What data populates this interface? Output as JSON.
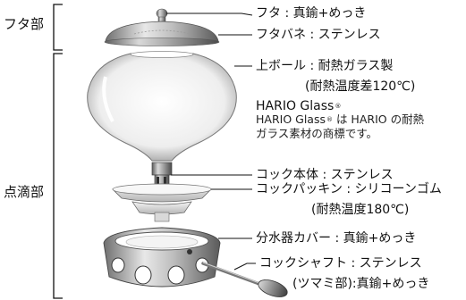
{
  "sections": {
    "lid": "フタ部",
    "drip": "点滴部"
  },
  "parts": [
    {
      "name": "フタ",
      "material": "真鍮+めっき"
    },
    {
      "name": "フタバネ",
      "material": "ステンレス"
    },
    {
      "name": "上ボール",
      "material": "耐熱ガラス製",
      "note": "(耐熱温度差120℃)"
    },
    {
      "name": "コック本体",
      "material": "ステンレス"
    },
    {
      "name": "コックパッキン",
      "material": "シリコーンゴム",
      "note": "(耐熱温度180℃)"
    },
    {
      "name": "分水器カバー",
      "material": "真鍮+めっき"
    },
    {
      "name": "コックシャフト",
      "material": "ステンレス",
      "note": "(ツマミ部):真鍮+めっき"
    }
  ],
  "separator": " : ",
  "brand": {
    "title": "HARIO Glass",
    "registered_mark": "®",
    "desc_line1_a": "HARIO Glass",
    "desc_line1_b": " は HARIO の耐熱",
    "desc_line2": "ガラス素材の商標です。"
  }
}
